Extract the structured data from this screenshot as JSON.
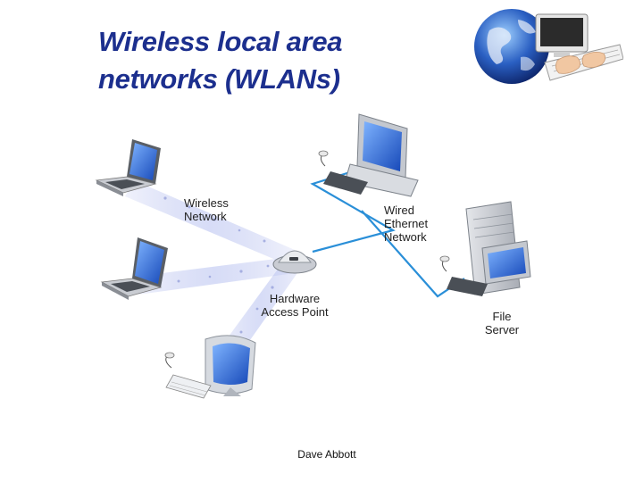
{
  "slide": {
    "title_line1": "Wireless local area",
    "title_line2": "networks (WLANs)",
    "footer": "Dave Abbott"
  },
  "diagram": {
    "labels": {
      "wireless_network": [
        "Wireless",
        "Network"
      ],
      "wired_network": [
        "Wired",
        "Ethernet",
        "Network"
      ],
      "access_point": [
        "Hardware",
        "Access Point"
      ],
      "file_server": [
        "File",
        "Server"
      ]
    }
  },
  "colors": {
    "title": "#1c2f8e",
    "ethernet_cable": "#2a8fd8",
    "wireless_glow": "#9aa6e8",
    "screen_blue": "#1f6fe0",
    "device_gray": "#b8bcc4"
  },
  "icons": {
    "logo": "globe-computer-hands",
    "laptops": "laptop",
    "workstations": "desktop-computer",
    "access_point": "wireless-access-point",
    "server": "file-server"
  }
}
